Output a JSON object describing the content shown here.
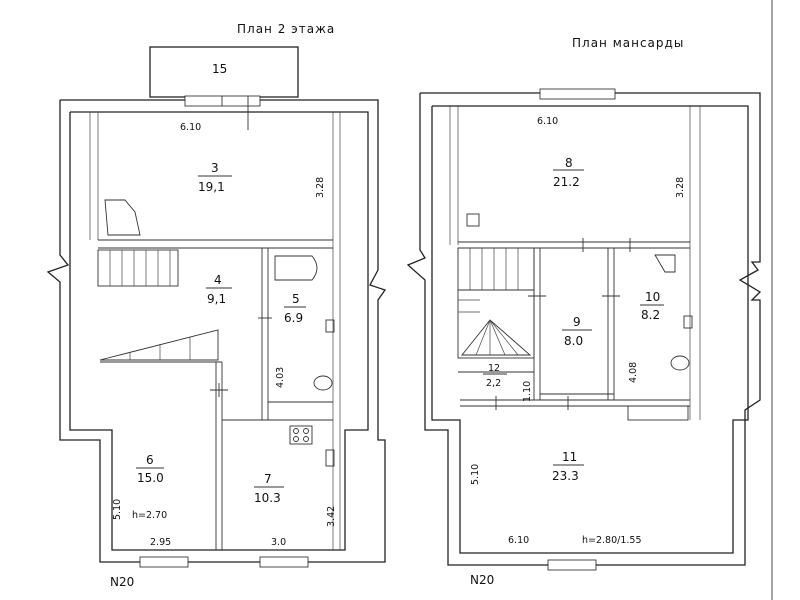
{
  "floor2": {
    "title": "План 2 этажа",
    "balcony": "15",
    "north": "N20",
    "rooms": [
      {
        "num": "3",
        "area": "19,1"
      },
      {
        "num": "4",
        "area": "9,1"
      },
      {
        "num": "5",
        "area": "6.9"
      },
      {
        "num": "6",
        "area": "15.0"
      },
      {
        "num": "7",
        "area": "10.3"
      }
    ],
    "dims": {
      "top": "6.10",
      "right_top": "3.28",
      "right_mid": "4.03",
      "right_bottom": "3.42",
      "left": "5.10",
      "height": "h=2.70",
      "bottom_left": "2.95",
      "bottom_right": "3.0"
    }
  },
  "attic": {
    "title": "План мансарды",
    "north": "N20",
    "rooms": [
      {
        "num": "8",
        "area": "21.2"
      },
      {
        "num": "9",
        "area": "8.0"
      },
      {
        "num": "10",
        "area": "8.2"
      },
      {
        "num": "11",
        "area": "23.3"
      },
      {
        "num": "12",
        "area": "2,2"
      }
    ],
    "dims": {
      "top": "6.10",
      "right_top": "3.28",
      "right_mid": "4.08",
      "stair": "1.10",
      "left": "5.10",
      "bottom": "6.10",
      "height": "h=2.80/1.55"
    }
  }
}
